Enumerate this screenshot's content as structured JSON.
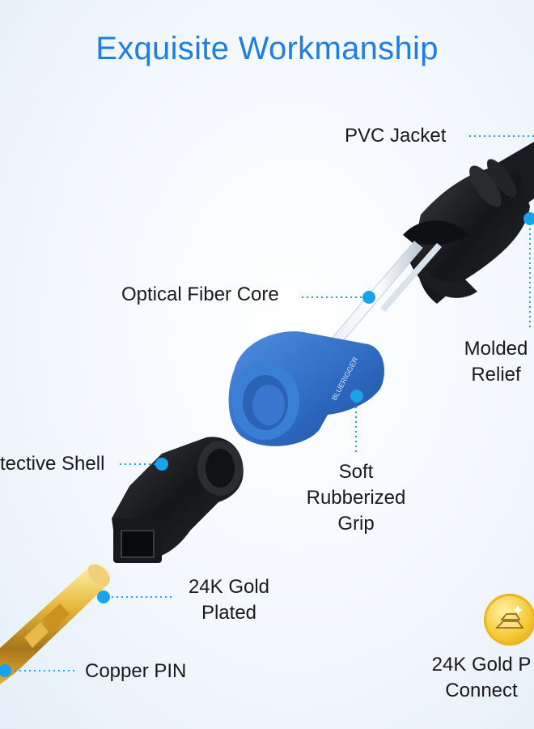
{
  "title": "Exquisite Workmanship",
  "labels": {
    "pvc_jacket": "PVC Jacket",
    "optical_fiber_core": "Optical Fiber Core",
    "molded_line1": "Molded",
    "molded_line2": "Relief",
    "protective_shell": "tective Shell",
    "soft_line1": "Soft",
    "soft_line2": "Rubberized",
    "soft_line3": "Grip",
    "gold_plated_line1": "24K Gold",
    "gold_plated_line2": "Plated",
    "copper_pin": "Copper PIN",
    "gold_connector_line1": "24K Gold P",
    "gold_connector_line2": "Connect"
  },
  "brand_text": "BLUERIGGER",
  "colors": {
    "title": "#1f7fe0",
    "callout_dot": "#1aa3e8",
    "rubber_grip": "#2f6fc4",
    "gold": "#d9a928"
  }
}
